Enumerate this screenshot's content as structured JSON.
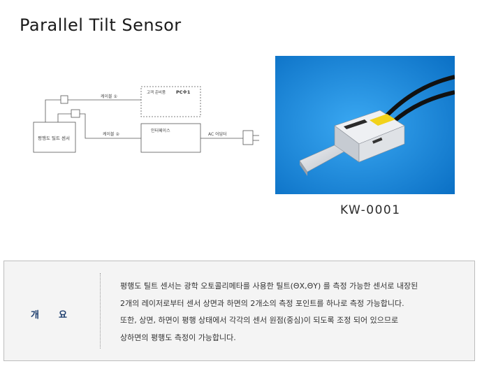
{
  "page": {
    "title": "Parallel Tilt Sensor"
  },
  "diagram": {
    "sensor_label": "평행도 틸트 센서",
    "customer_pc_label": "고객 준비품",
    "customer_pc_tag": "PC※1",
    "cable1_label": "케이블 ①",
    "cable2_label": "케이블 ②",
    "interface_label": "인터페이스",
    "ac_adapter_label": "AC 어답터"
  },
  "product": {
    "model_code": "KW-0001"
  },
  "overview": {
    "label_char1": "개",
    "label_char2": "요",
    "lines": [
      "평행도 틸트 센서는 광학 오토콜리메타를 사용한 틸트(ΘX,ΘY) 를 측정 가능한 센서로 내장된",
      "2개의 레이저로부터 센서 상면과 하면의 2개소의 측정 포인트를 하나로 측정 가능합니다.",
      "또한, 상면, 하면이 평행 상태에서 각각의 센서 원점(중심)이 되도록 조정 되어 있으므로",
      "상하면의 평행도 측정이 가능합니다."
    ]
  },
  "colors": {
    "photo_background": "#1e8fe0",
    "label_blue": "#1f3f6f"
  }
}
